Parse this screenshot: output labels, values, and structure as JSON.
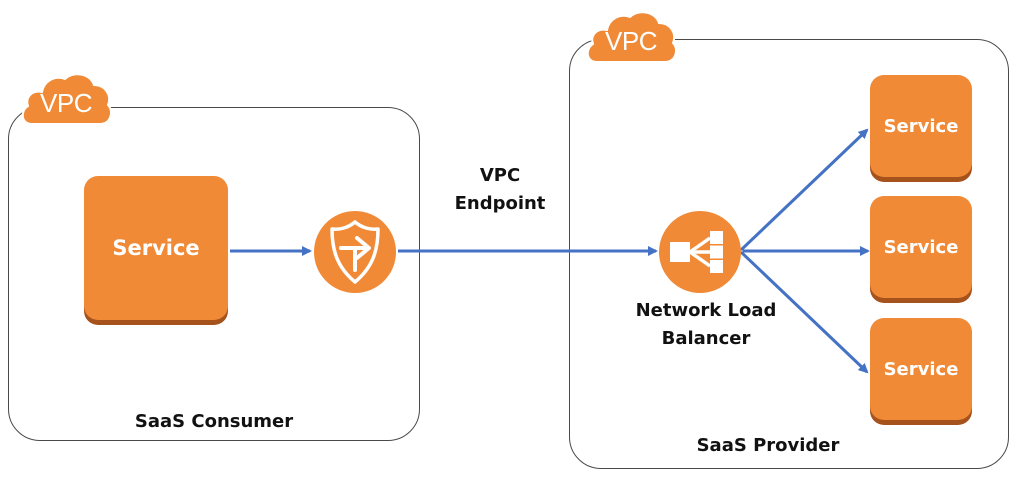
{
  "consumer": {
    "vpc_label": "VPC",
    "service_label": "Service",
    "caption": "SaaS Consumer"
  },
  "endpoint": {
    "label_line1": "VPC",
    "label_line2": "Endpoint",
    "icon": "vpc-endpoint-shield-icon"
  },
  "provider": {
    "vpc_label": "VPC",
    "nlb_label_line1": "Network Load",
    "nlb_label_line2": "Balancer",
    "nlb_icon": "load-balancer-icon",
    "services": [
      "Service",
      "Service",
      "Service"
    ],
    "caption": "SaaS Provider"
  },
  "colors": {
    "orange": "#f08a37",
    "orange_shadow": "#a6521d",
    "arrow": "#4472c4",
    "border": "#4a4a4a"
  }
}
